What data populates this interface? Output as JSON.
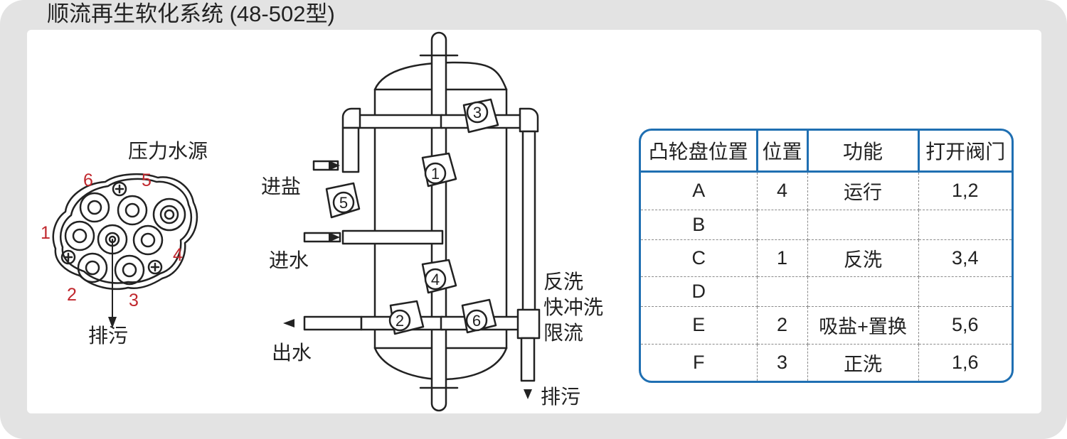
{
  "title": "顺流再生软化系统 (48-502型)",
  "cam": {
    "pressure_label": "压力水源",
    "drain_label": "排污",
    "numbers": [
      "1",
      "2",
      "3",
      "4",
      "5",
      "6"
    ]
  },
  "system": {
    "salt_in": "进盐",
    "water_in": "进水",
    "water_out": "出水",
    "backwash_lines": [
      "反洗",
      "快冲洗",
      "限流"
    ],
    "drain": "排污",
    "valves": [
      "1",
      "2",
      "3",
      "4",
      "5",
      "6"
    ]
  },
  "table": {
    "headers": [
      "凸轮盘位置",
      "位置",
      "功能",
      "打开阀门"
    ],
    "rows": [
      [
        "A",
        "4",
        "运行",
        "1,2"
      ],
      [
        "B",
        "",
        "",
        ""
      ],
      [
        "C",
        "1",
        "反洗",
        "3,4"
      ],
      [
        "D",
        "",
        "",
        ""
      ],
      [
        "E",
        "2",
        "吸盐+置换",
        "5,6"
      ],
      [
        "F",
        "3",
        "正洗",
        "1,6"
      ]
    ]
  },
  "colors": {
    "table_border": "#1f6fb2",
    "cam_numbers": "#c0272d",
    "frame": "#e3e3e3"
  }
}
